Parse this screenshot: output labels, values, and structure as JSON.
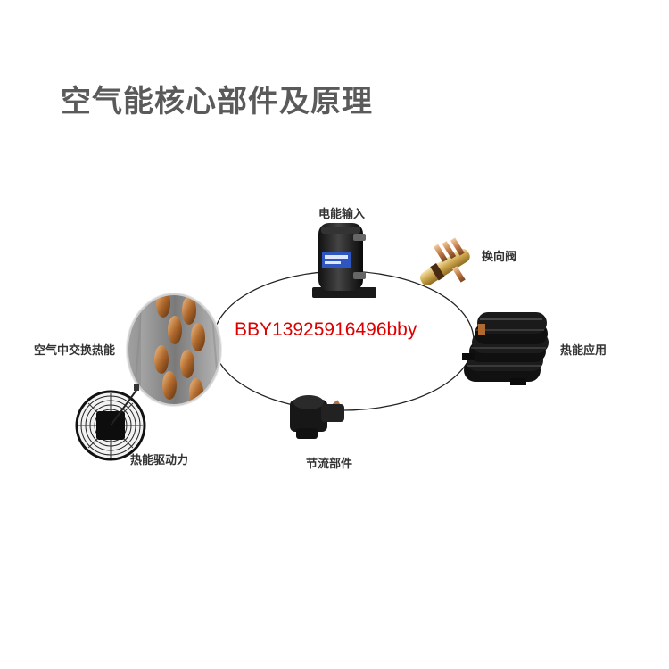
{
  "title": "空气能核心部件及原理",
  "components": {
    "power_input": "电能输入",
    "reversing_valve": "换向阀",
    "heat_application": "热能应用",
    "air_heat_exchange": "空气中交换热能",
    "heat_drive": "热能驱动力",
    "throttle": "节流部件"
  },
  "watermark": "BBY13925916496bby"
}
